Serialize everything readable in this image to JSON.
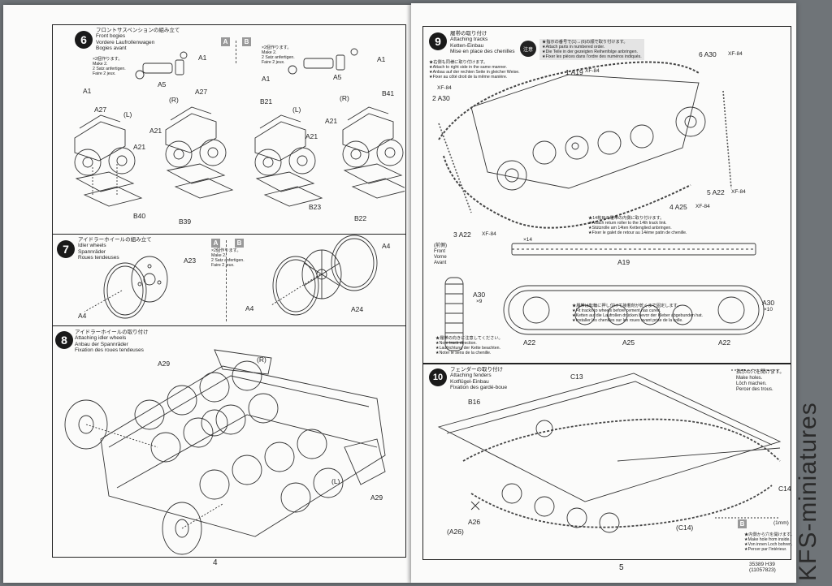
{
  "left_page": {
    "page_number": "4",
    "step6": {
      "num": "6",
      "title_jp": "フロントサスペンションの組み立て",
      "title_en": "Front bogies",
      "title_de": "Vordere Laufrollenwagen",
      "title_fr": "Bogies avant",
      "box_a": "A",
      "box_b": "B",
      "make_a": [
        "×2個作ります。",
        "Make 2.",
        "2 Satz anfertigen.",
        "Faire 2 jeux."
      ],
      "labels_a": [
        "A1",
        "A5",
        "A1",
        "A27",
        "(L)",
        "(R)",
        "A27",
        "A21",
        "A21",
        "B40",
        "B39"
      ],
      "labels_b": [
        "A1",
        "A5",
        "A1",
        "B21",
        "(L)",
        "(R)",
        "B41",
        "A21",
        "A21",
        "B23",
        "B22"
      ]
    },
    "step7": {
      "num": "7",
      "title_jp": "アイドラーホイールの組み立て",
      "title_en": "Idler wheels",
      "title_de": "Spannräder",
      "title_fr": "Roues tendeuses",
      "box_a": "A",
      "box_b": "B",
      "make": [
        "×2個作ります。",
        "Make 2.",
        "2 Satz anfertigen.",
        "Faire 2 jeux."
      ],
      "labels": [
        "A23",
        "A4",
        "A4",
        "A4",
        "A24"
      ]
    },
    "step8": {
      "num": "8",
      "title_jp": "アイドラーホイールの取り付け",
      "title_en": "Attaching idler wheels",
      "title_de": "Anbau der Spannräder",
      "title_fr": "Fixation des roues tendeuses",
      "labels": [
        "A29",
        "(R)",
        "(L)",
        "A29"
      ]
    }
  },
  "right_page": {
    "page_number": "5",
    "code": "35389  H39 (11057823)",
    "step9": {
      "num": "9",
      "title_jp": "履帯の取り付け",
      "title_en": "Attaching tracks",
      "title_de": "Ketten-Einbau",
      "title_fr": "Mise en place des chenilles",
      "caution_jp": "注意",
      "caution_notes": [
        "★指示の番号で(1)→(6)の順で取り付けます。",
        "★Attach parts in numbered order.",
        "★Die Teile in der gezeigten Reihenfolge anbringen.",
        "★Fixer les pièces dans l'ordre des numéros indiqués."
      ],
      "right_side_note": [
        "★右側も同様に取り付けます。",
        "★Attach to right side in the same manner.",
        "★Anbau auf der rechten Seite in gleicher Weise.",
        "★Fixer au côté droit de la même manière."
      ],
      "roller_note": [
        "★14枚目の履帯の内側に取り付けます。",
        "★Attach return roller to the 14th track link.",
        "★Stützrolle am 14ten Kettenglied anbringen.",
        "★Fixer le galet de retour au 14ème patin de chenille."
      ],
      "fit_note": [
        "★履帯は転輪に押し付けて接着剤が乾くまで固定します。",
        "★Fit tracks to wheels before cement has cured.",
        "★Ketten auf die Laufrollen drücken bevor der Kleber abgebunden hat.",
        "★Installer les chenilles sur les roues avant prise de la colle."
      ],
      "direction_note": [
        "★履帯の向きに注意してください。",
        "★Note track direction.",
        "★Laufrichtung der Kette beachten.",
        "★Noter le sens de la chenille."
      ],
      "front_label": [
        "(前側)",
        "Front",
        "Vorne",
        "Avant"
      ],
      "xf_code": "XF-84",
      "x14": "×14",
      "x9": "×9",
      "x10": "×10",
      "numbered_steps": [
        {
          "n": "1",
          "part": "A19"
        },
        {
          "n": "2",
          "part": "A30"
        },
        {
          "n": "3",
          "part": "A22"
        },
        {
          "n": "4",
          "part": "A25"
        },
        {
          "n": "5",
          "part": "A22"
        },
        {
          "n": "6",
          "part": "A30"
        }
      ],
      "bottom_labels": [
        "A19",
        "A30",
        "A30",
        "A22",
        "A25",
        "A22"
      ]
    },
    "step10": {
      "num": "10",
      "title_jp": "フェンダーの取り付け",
      "title_en": "Attaching fenders",
      "title_de": "Kotflügel-Einbau",
      "title_fr": "Fixation des gardé-boue",
      "holes_note": [
        "指示の穴を開けます。",
        "Make holes.",
        "Löch machen.",
        "Percer des trous."
      ],
      "inner_holes_note": [
        "★内側から穴を開けます。",
        "★Make hole from inside.",
        "★Von innen Loch bohren.",
        "★Percer par l'intérieur."
      ],
      "box_b": "B",
      "size_note": "(1mm)",
      "labels": [
        "C13",
        "B16",
        "C14",
        "A26",
        "(A26)",
        "(C14)"
      ]
    }
  },
  "watermark": "KFS-miniatures"
}
